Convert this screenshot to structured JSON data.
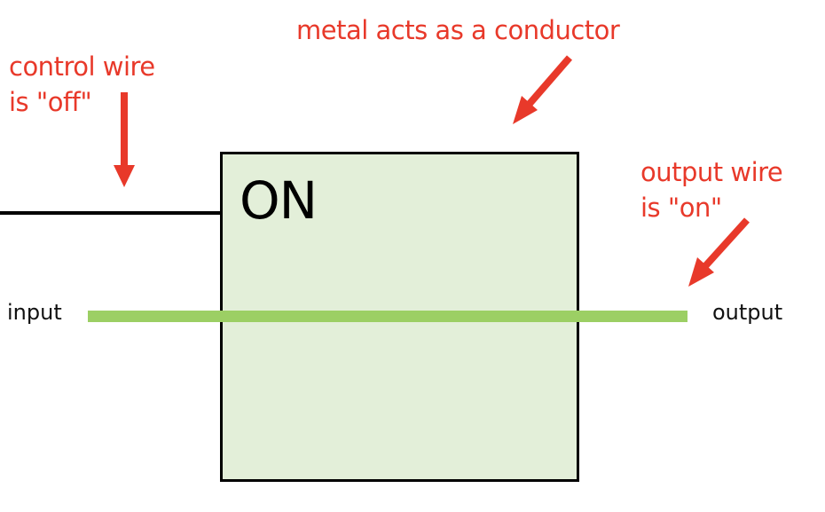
{
  "annotations": {
    "top": "metal acts as a conductor",
    "control_line1": "control wire",
    "control_line2": "is \"off\"",
    "output_line1": "output wire",
    "output_line2": "is \"on\""
  },
  "transistor": {
    "state": "ON"
  },
  "wires": {
    "input_label": "input",
    "output_label": "output",
    "signal_color": "#9ccf64",
    "control_color": "#000000"
  },
  "colors": {
    "annotation": "#e8392a",
    "box_fill": "#e3efd9"
  }
}
